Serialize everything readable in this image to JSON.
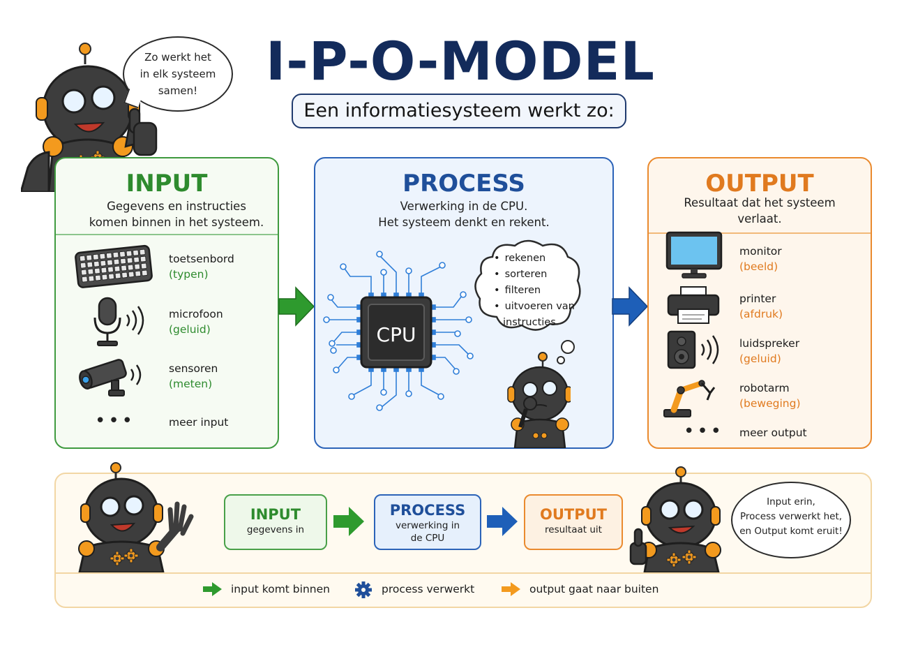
{
  "header": {
    "title": "I-P-O-MODEL",
    "subtitle": "Een informatiesysteem werkt zo:"
  },
  "speech_top": [
    "Zo werkt het",
    "in elk  systeem",
    "samen!"
  ],
  "input": {
    "title": "INPUT",
    "description": [
      "Gegevens en instructies",
      "komen binnen in het systeem."
    ],
    "items": [
      {
        "label": "toetsenbord",
        "sub": "(typen)",
        "icon": "keyboard-icon"
      },
      {
        "label": "microfoon",
        "sub": "(geluid)",
        "icon": "microphone-icon"
      },
      {
        "label": "sensoren",
        "sub": "(meten)",
        "icon": "sensor-camera-icon"
      }
    ],
    "more": "meer input"
  },
  "process": {
    "title": "PROCESS",
    "description": [
      "Verwerking in de CPU.",
      "Het systeem denkt en rekent."
    ],
    "cpu_label": "CPU",
    "thoughts": [
      "rekenen",
      "sorteren",
      "filteren",
      "uitvoeren van",
      "instructies"
    ]
  },
  "output": {
    "title": "OUTPUT",
    "description": [
      "Resultaat dat het systeem",
      "verlaat."
    ],
    "items": [
      {
        "label": "monitor",
        "sub": "(beeld)",
        "icon": "monitor-icon"
      },
      {
        "label": "printer",
        "sub": "(afdruk)",
        "icon": "printer-icon"
      },
      {
        "label": "luidspreker",
        "sub": "(geluid)",
        "icon": "speaker-icon"
      },
      {
        "label": "robotarm",
        "sub": "(beweging)",
        "icon": "robot-arm-icon"
      }
    ],
    "more": "meer output"
  },
  "summary": {
    "input": {
      "title": "INPUT",
      "sub": "gegevens in"
    },
    "process": {
      "title": "PROCESS",
      "sub": [
        "verwerking in",
        "de CPU"
      ]
    },
    "output": {
      "title": "OUTPUT",
      "sub": "resultaat uit"
    },
    "speech": [
      "Input erin,",
      "Process verwerkt het,",
      "en Output komt eruit!"
    ]
  },
  "legend": [
    {
      "label": "input komt binnen",
      "icon": "green-arrow-icon"
    },
    {
      "label": "process verwerkt",
      "icon": "gear-icon"
    },
    {
      "label": "output gaat naar buiten",
      "icon": "orange-arrow-icon"
    }
  ],
  "colors": {
    "title": "#132b5b",
    "input": "#2e8b2e",
    "process": "#1f4f9a",
    "output": "#e07a1f",
    "robot": "#3a3a3a",
    "robot_accent": "#f39a1e"
  }
}
